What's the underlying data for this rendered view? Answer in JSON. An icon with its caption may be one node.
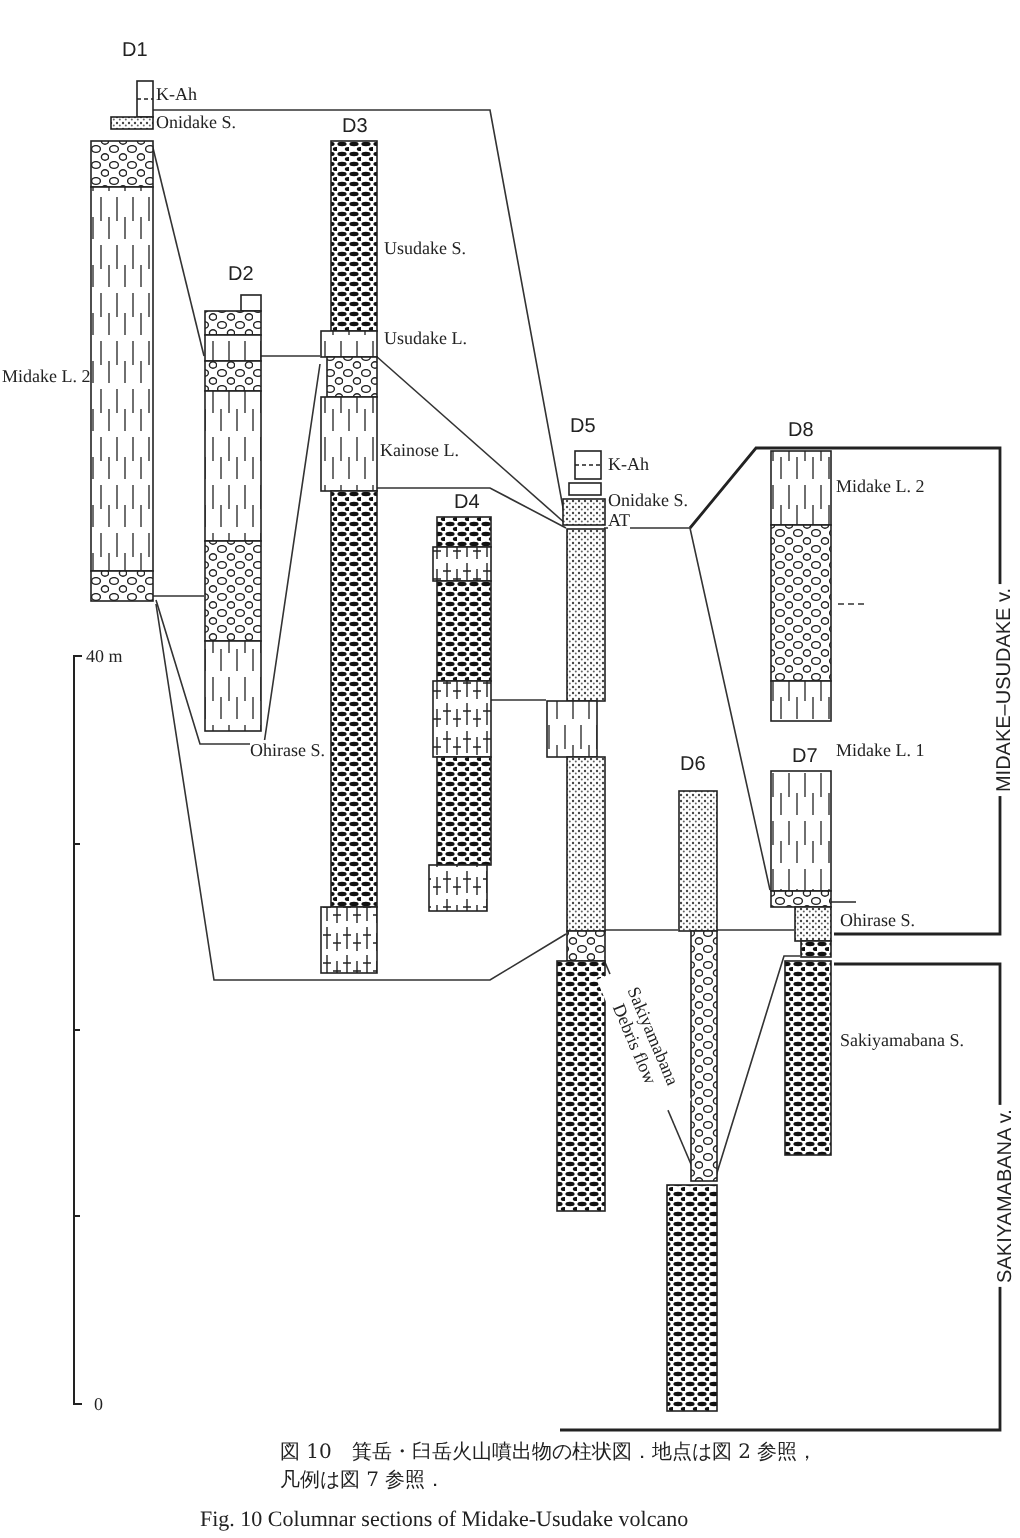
{
  "diagram": {
    "caption": "図 10　箕岳・臼岳火山噴出物の柱状図．地点は図 2 参照，凡例は図 7 参照．",
    "nodes": [
      {
        "text": [
          "D1"
        ],
        "beside": [
          "K-Ah",
          "Onidake S.",
          "Midake L. 2"
        ]
      },
      {
        "text": [
          "D2"
        ]
      },
      {
        "text": [
          "D3"
        ],
        "beside": [
          "Usudake S.",
          "Usudake L.",
          "Kainose L.",
          "Ohirase S."
        ]
      },
      {
        "text": [
          "D4"
        ]
      },
      {
        "text": [
          "D5"
        ],
        "beside": [
          "K-Ah",
          "Onidake S.",
          "AT"
        ]
      },
      {
        "text": [
          "D6"
        ]
      },
      {
        "text": [
          "D7"
        ],
        "beside": [
          "Midake L. 1",
          "Ohirase S.",
          "Sakiyamabana S."
        ]
      },
      {
        "text": [
          "D8"
        ],
        "beside": [
          "Midake L. 2"
        ]
      }
    ],
    "edges": [
      {
        "from": 0,
        "to": 4,
        "arrow": "none"
      },
      {
        "from": 0,
        "to": 1,
        "arrow": "none"
      },
      {
        "from": 1,
        "to": 2,
        "arrow": "none"
      },
      {
        "from": 2,
        "to": 4,
        "arrow": "none"
      },
      {
        "from": 2,
        "to": 4,
        "arrow": "none"
      },
      {
        "from": 0,
        "to": 1,
        "arrow": "none"
      },
      {
        "from": 0,
        "to": 2,
        "arrow": "none"
      },
      {
        "from": 0,
        "to": 4,
        "arrow": "none"
      },
      {
        "from": 3,
        "to": 4,
        "arrow": "none"
      },
      {
        "from": 4,
        "to": 6,
        "arrow": "none"
      },
      {
        "from": 4,
        "to": 5,
        "arrow": "none"
      },
      {
        "from": 5,
        "to": 6,
        "arrow": "none"
      },
      {
        "from": 4,
        "to": 5,
        "arrow": "none"
      },
      {
        "from": 5,
        "to": 6,
        "arrow": "none"
      }
    ],
    "labels": [
      "40 m",
      "0",
      "MIDAKE–USUDAKE v.",
      "Sakiyamabana Debris flow",
      "SAKIYAMABANA v.",
      "Fig. 10 Columnar sections of Midake-Usudake volcano"
    ]
  }
}
